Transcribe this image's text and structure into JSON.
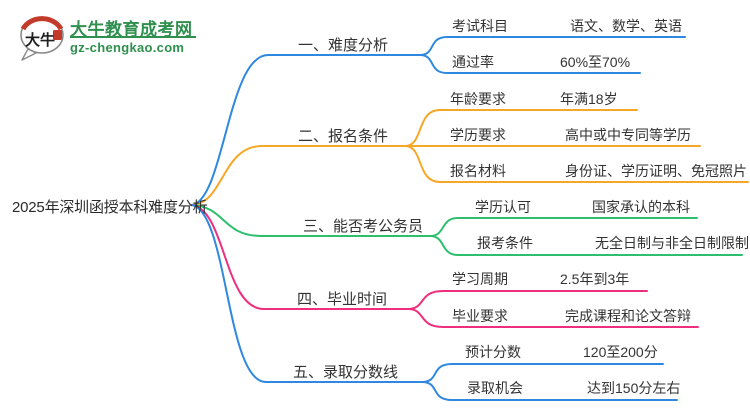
{
  "logo": {
    "bubble_text": "大牛",
    "brand": "大牛教育成考网",
    "domain": "gz-chengkao.com",
    "brand_color": "#2f8f4e",
    "seal_color": "#c43a2a"
  },
  "title": "2025年深圳函授本科难度分析",
  "colors": {
    "blue": "#2f88e0",
    "orange": "#f7a726",
    "green": "#2ebf6e",
    "pink": "#ee2f80",
    "text": "#333333"
  },
  "branches": [
    {
      "label": "一、难度分析",
      "color": "blue",
      "items": [
        {
          "label": "考试科目",
          "value": "语文、数学、英语"
        },
        {
          "label": "通过率",
          "value": "60%至70%"
        }
      ]
    },
    {
      "label": "二、报名条件",
      "color": "orange",
      "items": [
        {
          "label": "年龄要求",
          "value": "年满18岁"
        },
        {
          "label": "学历要求",
          "value": "高中或中专同等学历"
        },
        {
          "label": "报名材料",
          "value": "身份证、学历证明、免冠照片"
        }
      ]
    },
    {
      "label": "三、能否考公务员",
      "color": "green",
      "items": [
        {
          "label": "学历认可",
          "value": "国家承认的本科"
        },
        {
          "label": "报考条件",
          "value": "无全日制与非全日制限制"
        }
      ]
    },
    {
      "label": "四、毕业时间",
      "color": "pink",
      "items": [
        {
          "label": "学习周期",
          "value": "2.5年到3年"
        },
        {
          "label": "毕业要求",
          "value": "完成课程和论文答辩"
        }
      ]
    },
    {
      "label": "五、录取分数线",
      "color": "blue",
      "items": [
        {
          "label": "预计分数",
          "value": "120至200分"
        },
        {
          "label": "录取机会",
          "value": "达到150分左右"
        }
      ]
    }
  ]
}
